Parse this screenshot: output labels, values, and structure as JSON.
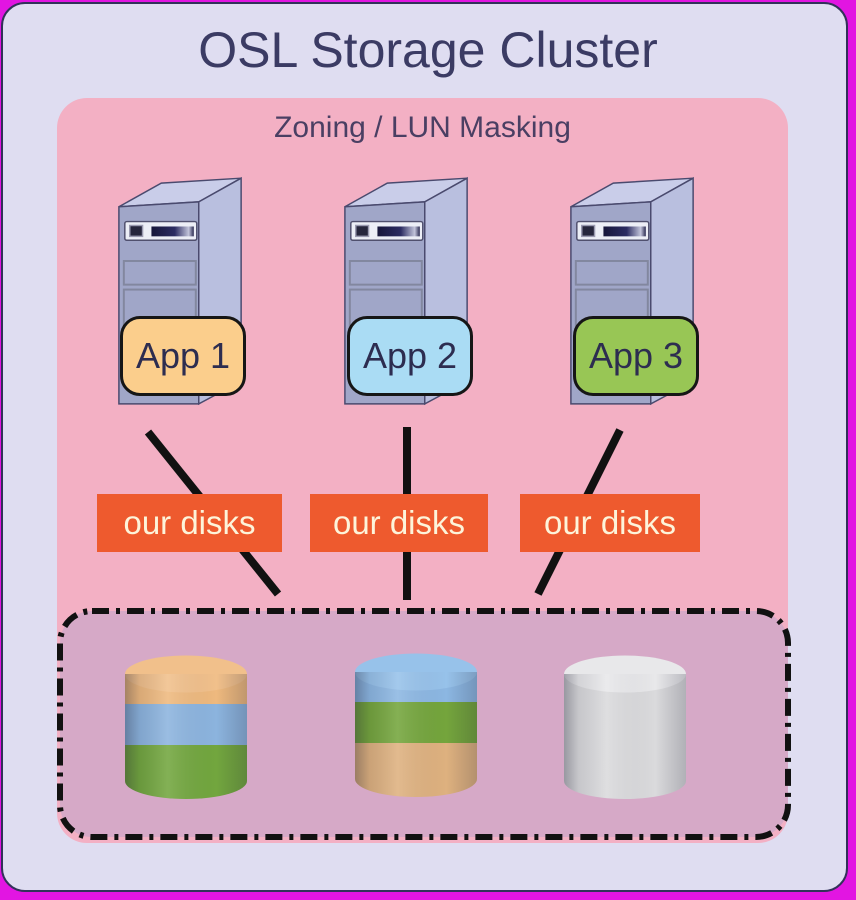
{
  "title": "OSL Storage Cluster",
  "zone": {
    "label": "Zoning / LUN Masking"
  },
  "servers": [
    {
      "name": "server-1",
      "app_label": "App 1",
      "badge_color": "#fbce8c"
    },
    {
      "name": "server-2",
      "app_label": "App 2",
      "badge_color": "#aadcf4"
    },
    {
      "name": "server-3",
      "app_label": "App 3",
      "badge_color": "#98c655"
    }
  ],
  "disk_labels": [
    {
      "text": "our disks"
    },
    {
      "text": "our disks"
    },
    {
      "text": "our disks"
    }
  ],
  "storage_pool": {
    "cylinders": [
      {
        "name": "disk-stack-1",
        "top": "#f1c08b",
        "bands": [
          "#eeb97e",
          "#8cb4de",
          "#72a63e"
        ]
      },
      {
        "name": "disk-stack-2",
        "top": "#97c2ea",
        "bands": [
          "#8cb7e2",
          "#74a53c",
          "#deb17f"
        ]
      },
      {
        "name": "disk-stack-3",
        "top": "#e8e8ea",
        "bands": [
          "#dadadc",
          "#dadadc",
          "#dadadc"
        ]
      }
    ]
  },
  "colors": {
    "canvas_border": "#e215e2",
    "board_bg": "#dfddf1",
    "zone_bg": "#f3b0c4",
    "pool_bg": "#d6a9c7",
    "disk_label_bg": "#ee5a2e",
    "disk_label_text": "#fdf4da",
    "title_text": "#3b3b64",
    "zone_text": "#4a3f63",
    "connector": "#111111"
  }
}
